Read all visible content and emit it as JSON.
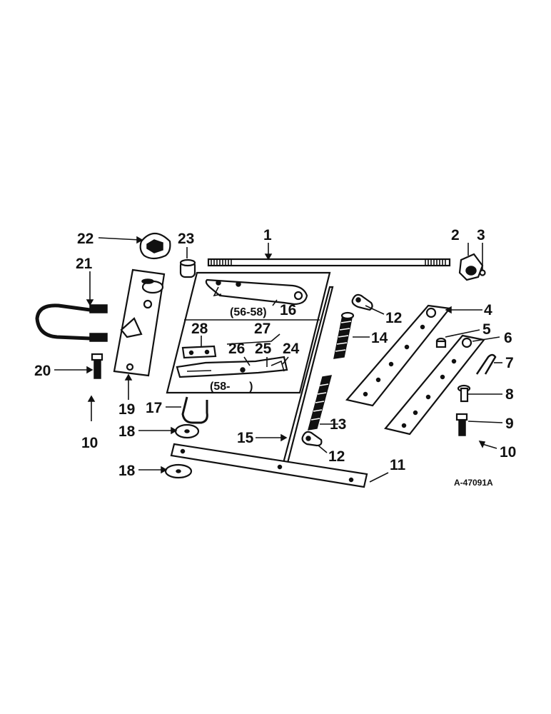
{
  "callouts": {
    "c1": "1",
    "c2": "2",
    "c3": "3",
    "c4": "4",
    "c5": "5",
    "c6": "6",
    "c7": "7",
    "c8": "8",
    "c9": "9",
    "c10a": "10",
    "c10b": "10",
    "c11": "11",
    "c12a": "12",
    "c12b": "12",
    "c13": "13",
    "c14": "14",
    "c15": "15",
    "c16": "16",
    "c17": "17",
    "c18a": "18",
    "c18b": "18",
    "c19": "19",
    "c20": "20",
    "c21": "21",
    "c22": "22",
    "c23": "23",
    "c24": "24",
    "c25": "25",
    "c26": "26",
    "c27": "27",
    "c28": "28"
  },
  "inset_labels": {
    "upper_range": "(56-58)",
    "lower_range": "(58-      )"
  },
  "reference": "A-47091A"
}
